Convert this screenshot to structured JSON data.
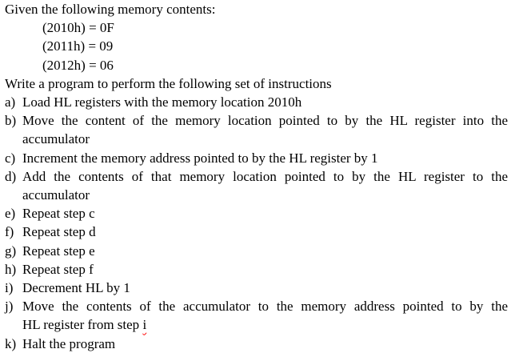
{
  "document": {
    "intro": "Given the following memory contents:",
    "memory_contents": [
      "(2010h) = 0F",
      "(2011h) = 09",
      "(2012h) = 06"
    ],
    "task": "Write a program to perform the following set of instructions",
    "steps": [
      {
        "marker": "a)",
        "lines": [
          "Load HL registers with the memory location 2010h"
        ]
      },
      {
        "marker": "b)",
        "lines": [
          "Move the content of the memory location pointed to by the HL register into the",
          "accumulator"
        ]
      },
      {
        "marker": "c)",
        "lines": [
          "Increment the memory address pointed to by the HL register by 1"
        ]
      },
      {
        "marker": "d)",
        "lines": [
          "Add the contents of that memory location pointed to by the HL register to the",
          "accumulator"
        ]
      },
      {
        "marker": "e)",
        "lines": [
          "Repeat step c"
        ]
      },
      {
        "marker": "f)",
        "lines": [
          "Repeat step d"
        ]
      },
      {
        "marker": "g)",
        "lines": [
          "Repeat step e"
        ]
      },
      {
        "marker": "h)",
        "lines": [
          "Repeat step f"
        ]
      },
      {
        "marker": "i)",
        "lines": [
          "Decrement HL by 1"
        ]
      },
      {
        "marker": "j)",
        "lines": [
          "Move the contents of the accumulator to the memory address pointed to by the",
          "HL register from step "
        ],
        "misspelled_word": "i"
      },
      {
        "marker": "k)",
        "lines": [
          "Halt the program"
        ]
      }
    ],
    "spellcheck_color": "#ff0000",
    "text_color": "#000000",
    "background_color": "#ffffff"
  }
}
